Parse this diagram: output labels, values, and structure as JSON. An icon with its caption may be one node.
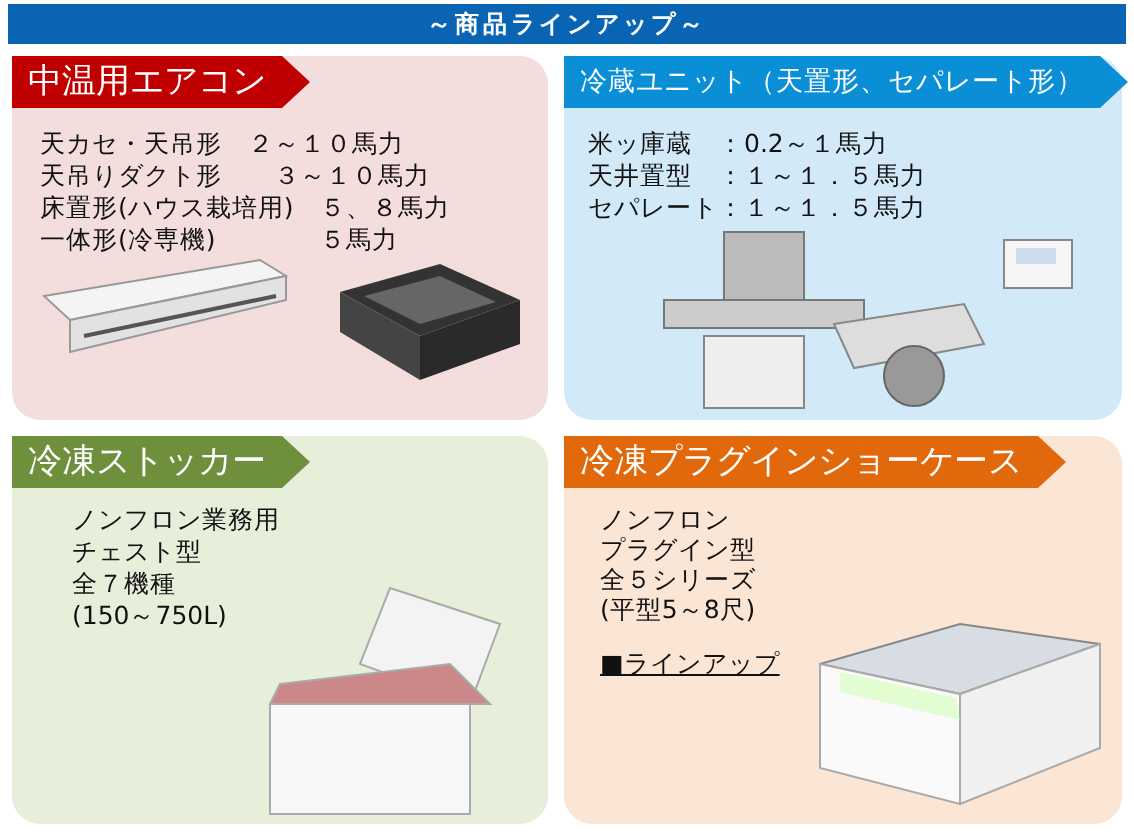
{
  "diagram": {
    "title": "～商品ラインアップ～",
    "nodes": [
      {
        "text": [
          "中温用エアコン",
          "天カセ・天吊形　２～１０馬力",
          "天吊りダクト形　　３～１０馬力",
          "床置形(ハウス栽培用)　５、８馬力",
          "一体形(冷専機)　　　　５馬力"
        ]
      },
      {
        "text": [
          "冷蔵ユニット（天置形、セパレート形）",
          "米ッ庫蔵　：0.2～１馬力",
          "天井置型　：１～１．５馬力",
          "セパレート：１～１．５馬力"
        ]
      },
      {
        "text": [
          "冷凍ストッカー",
          "ノンフロン業務用",
          "チェスト型",
          "全７機種",
          "(150～750L)"
        ]
      },
      {
        "text": [
          "冷凍プラグインショーケース",
          "ノンフロン",
          "プラグイン型",
          "全５シリーズ",
          "(平型5～8尺)",
          "■ラインアップ"
        ]
      }
    ]
  }
}
